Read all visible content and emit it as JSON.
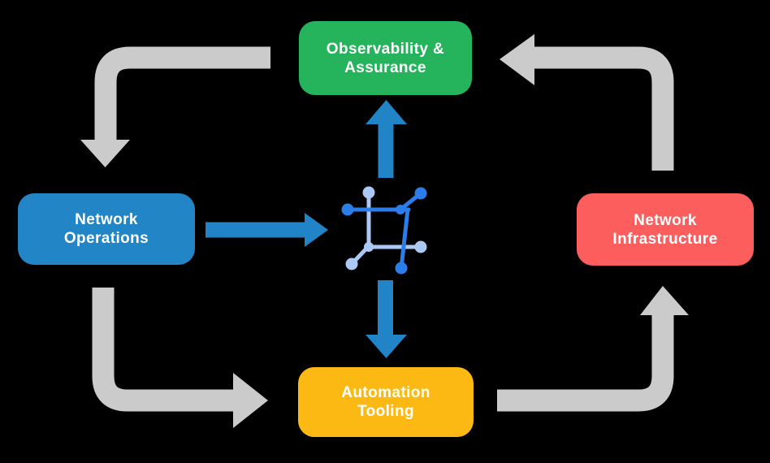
{
  "background_color": "#000000",
  "diagram": {
    "nodes": {
      "top": {
        "label": "Observability &\nAssurance",
        "color": "#25b35c"
      },
      "left": {
        "label": "Network\nOperations",
        "color": "#2185c6"
      },
      "right": {
        "label": "Network\nInfrastructure",
        "color": "#fc5e5e"
      },
      "bottom": {
        "label": "Automation\nTooling",
        "color": "#fdb913"
      }
    },
    "center_icon": {
      "name": "network-automation-icon",
      "dark_color": "#2b7de9",
      "light_color": "#abc9f4"
    },
    "cycle_arrows": {
      "color": "#cbcbcb",
      "items": [
        {
          "name": "observability-to-operations"
        },
        {
          "name": "operations-to-automation"
        },
        {
          "name": "automation-to-infrastructure"
        },
        {
          "name": "infrastructure-to-observability"
        }
      ]
    },
    "center_arrows": {
      "color": "#2184c6",
      "items": [
        {
          "name": "operations-to-center"
        },
        {
          "name": "center-to-observability"
        },
        {
          "name": "center-to-automation"
        }
      ]
    }
  }
}
